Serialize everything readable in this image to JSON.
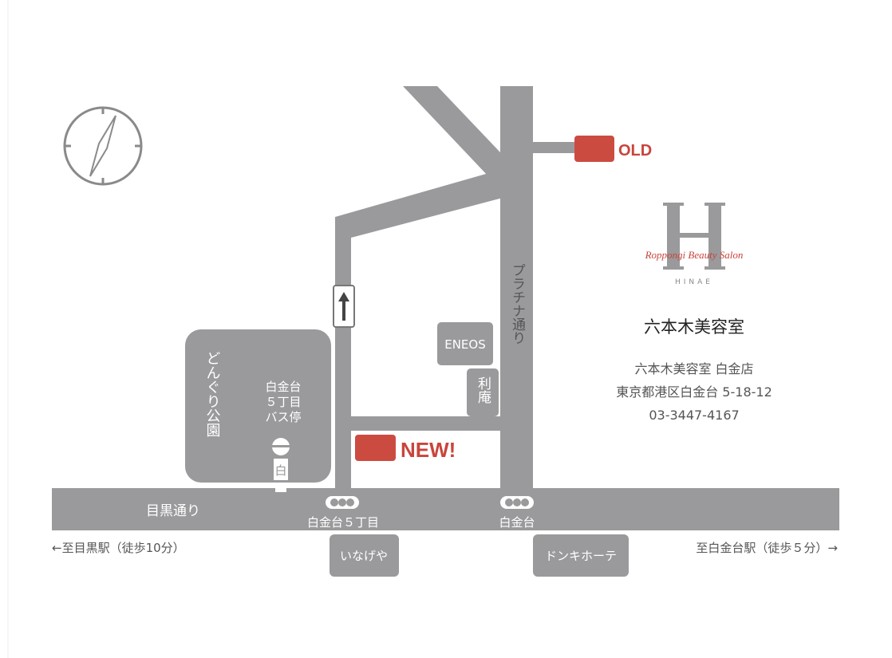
{
  "colors": {
    "road": "#9a9a9c",
    "marker": "#cc4b41",
    "text": "#555555"
  },
  "markers": {
    "old": "OLD",
    "new": "NEW!"
  },
  "roads": {
    "platinum": "プラチナ通り",
    "meguro": "目黒通り"
  },
  "landmarks": {
    "eneos": "ENEOS",
    "rian": "利庵",
    "park": "どんぐり公園",
    "bus_stop": [
      "白金台",
      "５丁目",
      "バス停"
    ],
    "bus_sign": "白",
    "inageya": "いなげや",
    "donki": "ドンキホーテ"
  },
  "signals": {
    "shirokanedai5": "白金台５丁目",
    "shirokanedai": "白金台"
  },
  "directions": {
    "left": "←至目黒駅（徒歩10分）",
    "right": "至白金台駅（徒歩５分）→"
  },
  "logo": {
    "letter": "H",
    "script": "Roppongi Beauty Salon",
    "brand": "HINAE",
    "name_jp": "六本木美容室"
  },
  "info": {
    "store": "六本木美容室 白金店",
    "address": "東京都港区白金台 5-18-12",
    "phone": "03-3447-4167"
  }
}
